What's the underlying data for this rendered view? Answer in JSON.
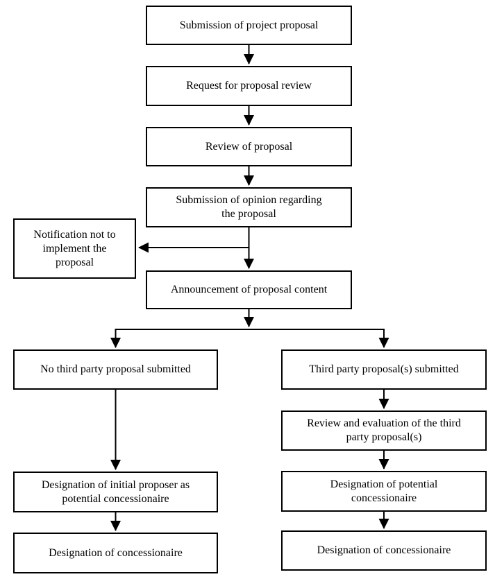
{
  "page": {
    "background_color": "#ffffff",
    "line_color": "#000000",
    "box_border_color": "#000000"
  },
  "boxes": {
    "submission": "Submission of project proposal",
    "request_review": "Request for proposal review",
    "review": "Review of proposal",
    "opinion": "Submission of opinion regarding\nthe proposal",
    "notification": "Notification not to\nimplement the\nproposal",
    "announcement": "Announcement of proposal content",
    "no_third_party": "No third party proposal submitted",
    "third_party": "Third party proposal(s) submitted",
    "review_evaluation": "Review and evaluation of the third\nparty proposal(s)",
    "initial_proposer": "Designation of initial proposer as\npotential concessionaire",
    "potential_concessionaire": "Designation of potential\nconcessionaire",
    "concessionaire_left": "Designation of concessionaire",
    "concessionaire_right": "Designation of concessionaire"
  },
  "edges": [
    {
      "from": "submission",
      "to": "request_review"
    },
    {
      "from": "request_review",
      "to": "review"
    },
    {
      "from": "review",
      "to": "opinion"
    },
    {
      "from": "opinion",
      "to": "notification"
    },
    {
      "from": "opinion",
      "to": "announcement"
    },
    {
      "from": "announcement",
      "to": "no_third_party"
    },
    {
      "from": "announcement",
      "to": "third_party"
    },
    {
      "from": "no_third_party",
      "to": "initial_proposer"
    },
    {
      "from": "initial_proposer",
      "to": "concessionaire_left"
    },
    {
      "from": "third_party",
      "to": "review_evaluation"
    },
    {
      "from": "review_evaluation",
      "to": "potential_concessionaire"
    },
    {
      "from": "potential_concessionaire",
      "to": "concessionaire_right"
    }
  ]
}
